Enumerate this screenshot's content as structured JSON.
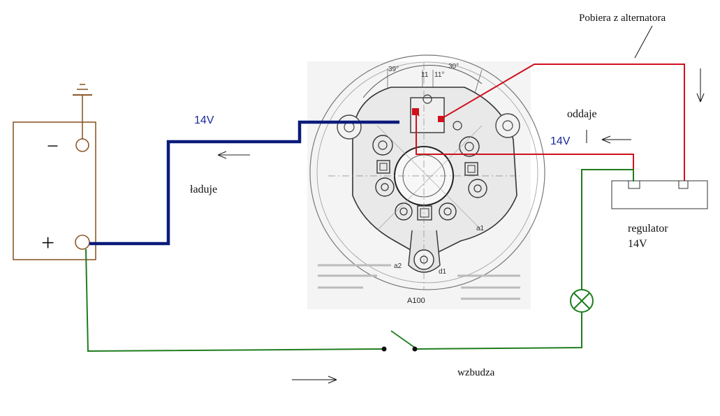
{
  "labels": {
    "pobiera": "Pobiera z alternatora",
    "oddaje": "oddaje",
    "voltage_top": "14V",
    "voltage_right": "14V",
    "laduje": "ładuje",
    "regulator_line1": "regulator",
    "regulator_line2": "14V",
    "wzbudza": "wzbudza",
    "model": "A100",
    "minus": "−",
    "plus": "+",
    "dim_39": "39°",
    "dim_11a": "11",
    "dim_11b": "11°",
    "dim_30": "30°",
    "dim_a1": "a1",
    "dim_a2": "a2",
    "dim_d1": "d1"
  },
  "colors": {
    "battery": "#8b5a2b",
    "charge_wire": "#0a1a7a",
    "sense_wire": "#d0101c",
    "excite_wire": "#1e7d1e",
    "blue_text": "#1a2a9a",
    "drawing": "#444444"
  }
}
